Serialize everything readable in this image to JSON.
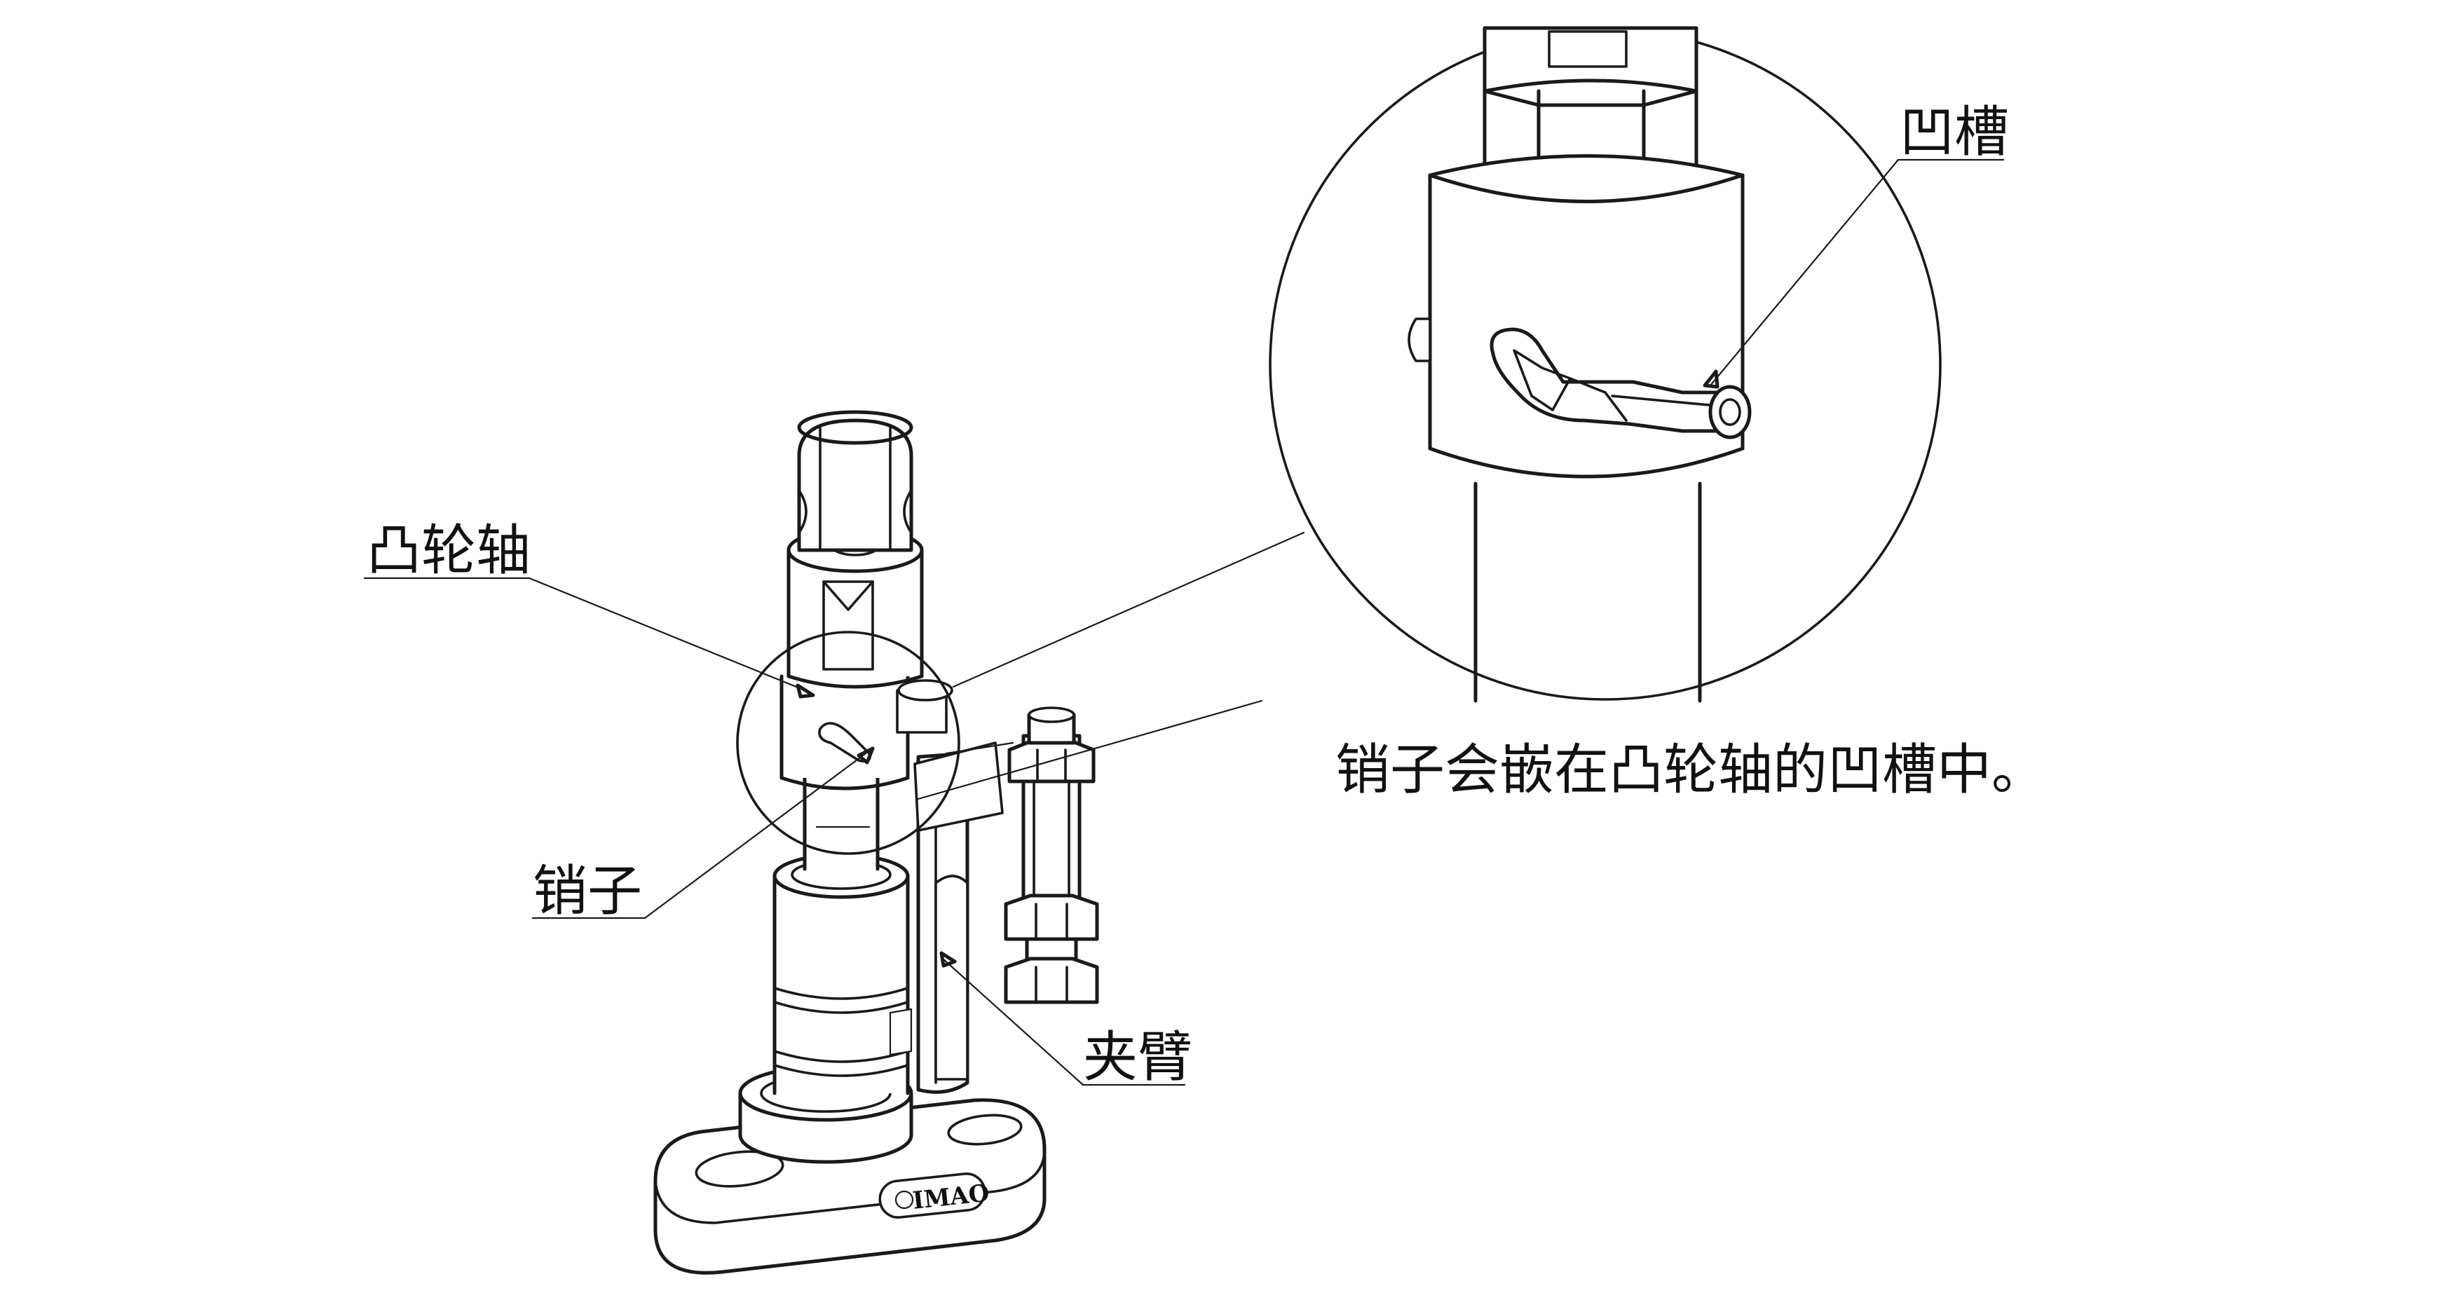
{
  "labels": {
    "cam_shaft": "凸轮轴",
    "pin": "销子",
    "clamp_arm": "夹臂",
    "groove": "凹槽"
  },
  "caption": "销子会嵌在凸轮轴的凹槽中。",
  "brand_logo_text": "IMAO",
  "colors": {
    "line": "#1a1a1a",
    "background": "#ffffff"
  }
}
